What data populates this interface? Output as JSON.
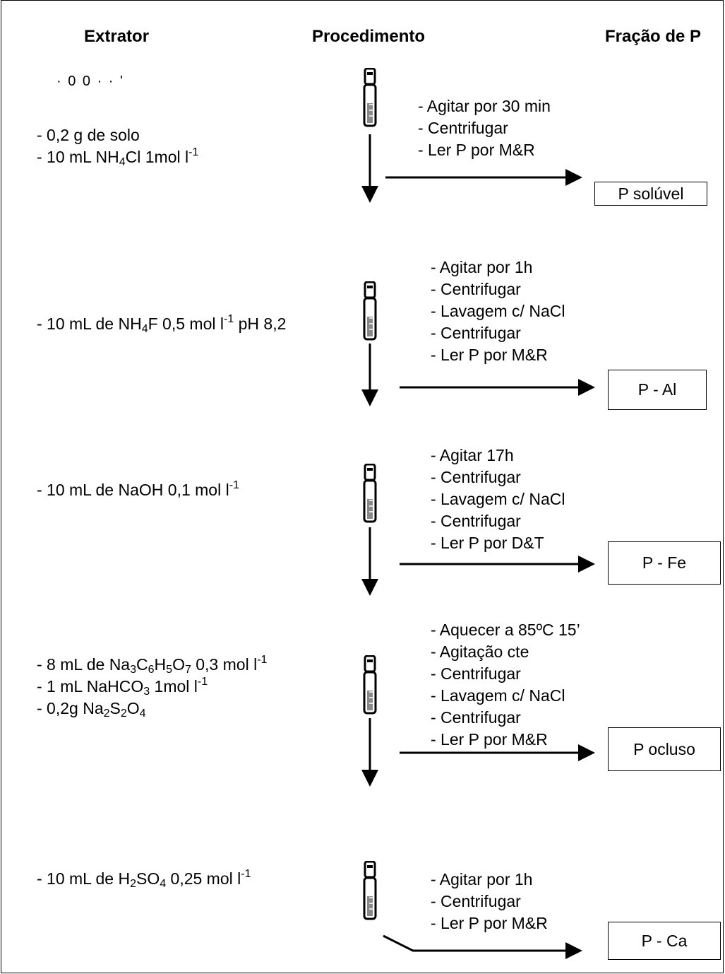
{
  "headers": {
    "extrator": "Extrator",
    "procedimento": "Procedimento",
    "fracao": "Fração de P"
  },
  "ghost_text": "· 0 0 · ·  '",
  "steps": [
    {
      "extractor": [
        {
          "parts": [
            {
              "t": "- 0,2 g de solo"
            }
          ]
        },
        {
          "parts": [
            {
              "t": "- 10 mL NH"
            },
            {
              "sub": "4"
            },
            {
              "t": "Cl 1mol l"
            },
            {
              "sup": "-1"
            }
          ]
        }
      ],
      "procedure": [
        "- Agitar por 30 min",
        "- Centrifugar",
        "- Ler P por M&R"
      ],
      "fraction": "P solúvel"
    },
    {
      "extractor": [
        {
          "parts": [
            {
              "t": "- 10 mL de NH"
            },
            {
              "sub": "4"
            },
            {
              "t": "F 0,5 mol l"
            },
            {
              "sup": "-1"
            },
            {
              "t": " pH 8,2"
            }
          ]
        }
      ],
      "procedure": [
        "- Agitar por 1h",
        "- Centrifugar",
        "- Lavagem c/ NaCl",
        "- Centrifugar",
        "- Ler P por M&R"
      ],
      "fraction": "P - Al"
    },
    {
      "extractor": [
        {
          "parts": [
            {
              "t": "- 10 mL de NaOH 0,1 mol l"
            },
            {
              "sup": "-1"
            }
          ]
        }
      ],
      "procedure": [
        "- Agitar 17h",
        "- Centrifugar",
        "- Lavagem c/ NaCl",
        "- Centrifugar",
        "- Ler P por D&T"
      ],
      "fraction": "P - Fe"
    },
    {
      "extractor": [
        {
          "parts": [
            {
              "t": "- 8 mL de Na"
            },
            {
              "sub": "3"
            },
            {
              "t": "C"
            },
            {
              "sub": "6"
            },
            {
              "t": "H"
            },
            {
              "sub": "5"
            },
            {
              "t": "O"
            },
            {
              "sub": "7"
            },
            {
              "t": " 0,3 mol l"
            },
            {
              "sup": "-1"
            }
          ]
        },
        {
          "parts": [
            {
              "t": "- 1 mL NaHCO"
            },
            {
              "sub": "3"
            },
            {
              "t": " 1mol l"
            },
            {
              "sup": "-1"
            }
          ]
        },
        {
          "parts": [
            {
              "t": "- 0,2g Na"
            },
            {
              "sub": "2"
            },
            {
              "t": "S"
            },
            {
              "sub": "2"
            },
            {
              "t": "O"
            },
            {
              "sub": "4"
            }
          ]
        }
      ],
      "procedure": [
        "- Aquecer a 85ºC 15’",
        "- Agitação cte",
        "- Centrifugar",
        "- Lavagem c/ NaCl",
        " - Centrifugar",
        "- Ler P por M&R"
      ],
      "fraction": "P ocluso"
    },
    {
      "extractor": [
        {
          "parts": [
            {
              "t": "- 10 mL de H"
            },
            {
              "sub": "2"
            },
            {
              "t": "SO"
            },
            {
              "sub": "4"
            },
            {
              "t": " 0,25 mol l"
            },
            {
              "sup": "-1"
            }
          ]
        }
      ],
      "procedure": [
        "- Agitar por 1h",
        "- Centrifugar",
        "- Ler P por M&R"
      ],
      "fraction": "P - Ca"
    }
  ]
}
